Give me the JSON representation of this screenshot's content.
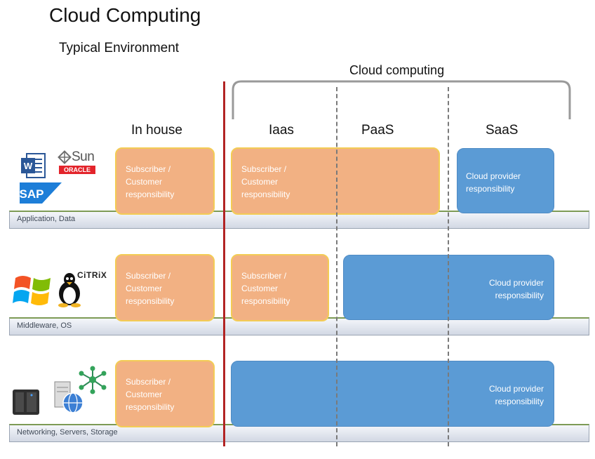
{
  "title": "Cloud Computing",
  "subtitle": "Typical Environment",
  "cloud_label": "Cloud computing",
  "columns": {
    "in_house": "In house",
    "iaas": "Iaas",
    "paas": "PaaS",
    "saas": "SaaS"
  },
  "rows": [
    {
      "band": "Application, Data",
      "boxes": {
        "in_house": [
          "Subscriber /",
          "Customer",
          "responsibility"
        ],
        "iaas_paas": [
          "Subscriber /",
          "Customer",
          "responsibility"
        ],
        "saas": [
          "Cloud provider",
          "responsibility"
        ]
      }
    },
    {
      "band": "Middleware, OS",
      "boxes": {
        "in_house": [
          "Subscriber /",
          "Customer",
          "responsibility"
        ],
        "iaas": [
          "Subscriber /",
          "Customer",
          "responsibility"
        ],
        "paas_saas": [
          "Cloud provider",
          "responsibility"
        ]
      }
    },
    {
      "band": "Networking, Servers, Storage",
      "boxes": {
        "in_house": [
          "Subscriber /",
          "Customer",
          "responsibility"
        ],
        "iaas_saas": [
          "Cloud provider",
          "responsibility"
        ]
      }
    }
  ],
  "logos": {
    "sun": "Sun",
    "oracle": "ORACLE",
    "sap": "SAP",
    "citrix": "CiTRiX"
  },
  "colors": {
    "orange": "#f2b183",
    "orange_border": "#f3cc55",
    "blue": "#5b9bd5",
    "red_line": "#b22424"
  }
}
